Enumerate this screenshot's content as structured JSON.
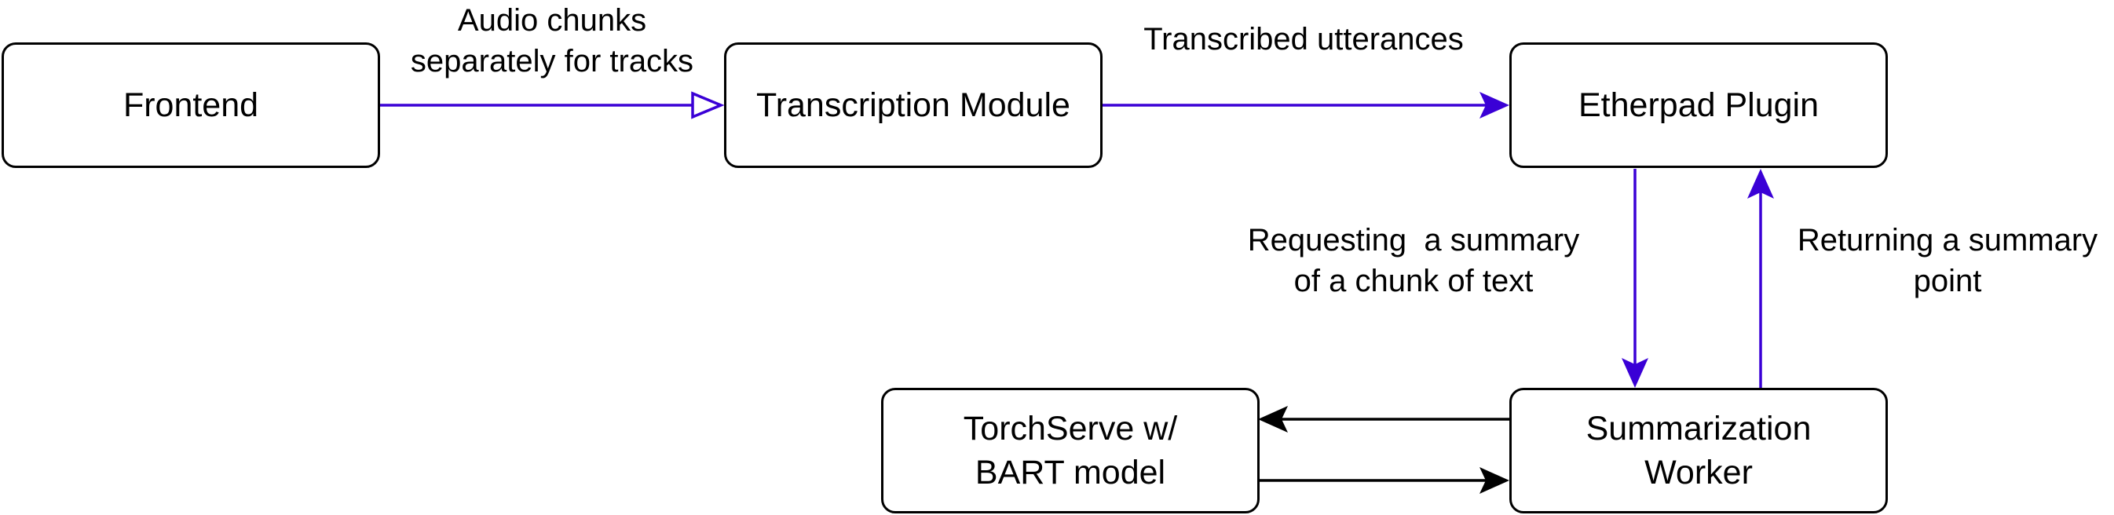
{
  "colors": {
    "flow_edge": "#3a00d6",
    "model_edge": "#000000",
    "node_border": "#000000",
    "background": "#ffffff"
  },
  "nodes": {
    "frontend": "Frontend",
    "transcription_module": "Transcription Module",
    "etherpad_plugin": "Etherpad Plugin",
    "torchserve": {
      "line1": "TorchServe w/",
      "line2": "BART model"
    },
    "summarization_worker": {
      "line1": "Summarization",
      "line2": "Worker"
    }
  },
  "edges": {
    "audio_chunks": {
      "line1": "Audio chunks",
      "line2": "separately for tracks"
    },
    "transcribed_utterances": "Transcribed utterances",
    "requesting_summary": {
      "line1": "Requesting  a summary",
      "line2": "of a chunk of text"
    },
    "returning_summary": {
      "line1": "Returning a summary",
      "line2": "point"
    }
  }
}
